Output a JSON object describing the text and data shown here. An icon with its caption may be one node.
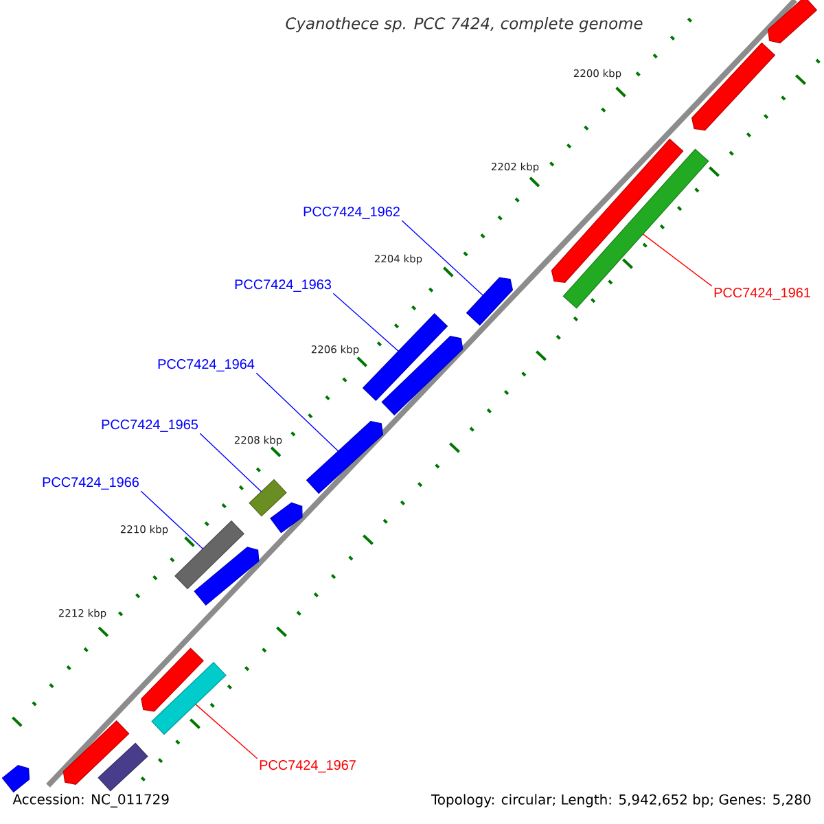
{
  "diagram": {
    "title": "Cyanothece sp. PCC 7424, complete genome",
    "nodes": [
      {
        "text": [
          "PCC7424_1962"
        ]
      },
      {
        "text": [
          "PCC7424_1963"
        ]
      },
      {
        "text": [
          "PCC7424_1964"
        ]
      },
      {
        "text": [
          "PCC7424_1965"
        ]
      },
      {
        "text": [
          "PCC7424_1966"
        ]
      },
      {
        "text": [
          "PCC7424_1961"
        ]
      },
      {
        "text": [
          "PCC7424_1967"
        ]
      },
      {
        "text": [],
        "shape": "pentagon"
      },
      {
        "text": [],
        "shape": "pentagon"
      },
      {
        "text": [],
        "shape": "pentagon"
      },
      {
        "text": [],
        "shape": "bar"
      },
      {
        "text": [],
        "shape": "pentagon"
      },
      {
        "text": [],
        "shape": "bar"
      },
      {
        "text": [],
        "shape": "pentagon"
      },
      {
        "text": [],
        "shape": "pentagon"
      },
      {
        "text": [],
        "shape": "bar"
      },
      {
        "text": [],
        "shape": "pentagon"
      },
      {
        "text": [],
        "shape": "bar"
      },
      {
        "text": [],
        "shape": "pentagon"
      },
      {
        "text": [],
        "shape": "pentagon"
      },
      {
        "text": [],
        "shape": "bar"
      },
      {
        "text": [],
        "shape": "pentagon"
      },
      {
        "text": [],
        "shape": "pentagon"
      },
      {
        "text": [],
        "shape": "bar"
      }
    ],
    "edges": [
      {
        "from": 0,
        "to": 11,
        "arrow": "none"
      },
      {
        "from": 1,
        "to": 12,
        "arrow": "none"
      },
      {
        "from": 2,
        "to": 14,
        "arrow": "none"
      },
      {
        "from": 3,
        "to": 15,
        "arrow": "none"
      },
      {
        "from": 4,
        "to": 17,
        "arrow": "none"
      },
      {
        "from": 5,
        "to": 10,
        "arrow": "none",
        "color": "#ff0000"
      },
      {
        "from": 6,
        "to": 20,
        "arrow": "none",
        "color": "#ff0000"
      }
    ],
    "labels": [
      "2200 kbp",
      "2202 kbp",
      "2204 kbp",
      "2206 kbp",
      "2208 kbp",
      "2210 kbp",
      "2212 kbp",
      "Accession: NC_011729",
      "Topology: circular; Length: 5,942,652 bp; Genes: 5,280"
    ]
  }
}
